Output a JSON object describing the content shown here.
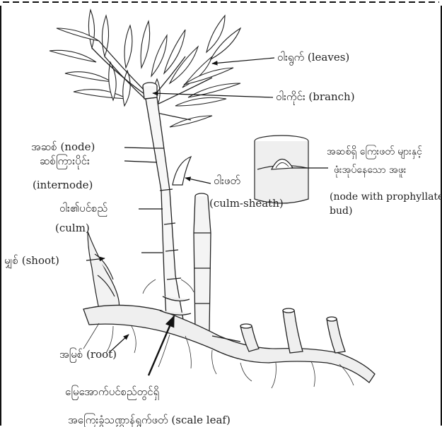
{
  "labels": {
    "leaves": "ဝါးရွက် (leaves)",
    "branch": "ဝါးကိုင်း (branch)",
    "node": "အဆစ် (node)",
    "internode_my": "ဆစ်ကြားပိုင်း",
    "internode_en": "(internode)",
    "culm_sheath_my": "ဝါးဖတ်",
    "culm_sheath_en": "(culm-sheath)",
    "culm_my": "ဝါး၏ပင်စည်",
    "culm_en": "(culm)",
    "shoot": "မျှစ် (shoot)",
    "root": "အမြစ် (root)",
    "prophyllate_my1": "အဆစ်ရှိ ကြေးဖတ် များနှင့်",
    "prophyllate_my2": "ဖုံးအုပ်နေသော အဖူး",
    "prophyllate_en1": "(node with prophyllate",
    "prophyllate_en2": "bud)",
    "underground_my": "မြေအောက်ပင်စည်တွင်ရှိ",
    "scale_leaf": "အကြေးခွံသဏ္ဌာန်ရွက်ဖတ် (scale leaf)"
  },
  "colors": {
    "ink": "#1a1a1a",
    "border": "#111111",
    "shade": "#e8e8e8"
  }
}
